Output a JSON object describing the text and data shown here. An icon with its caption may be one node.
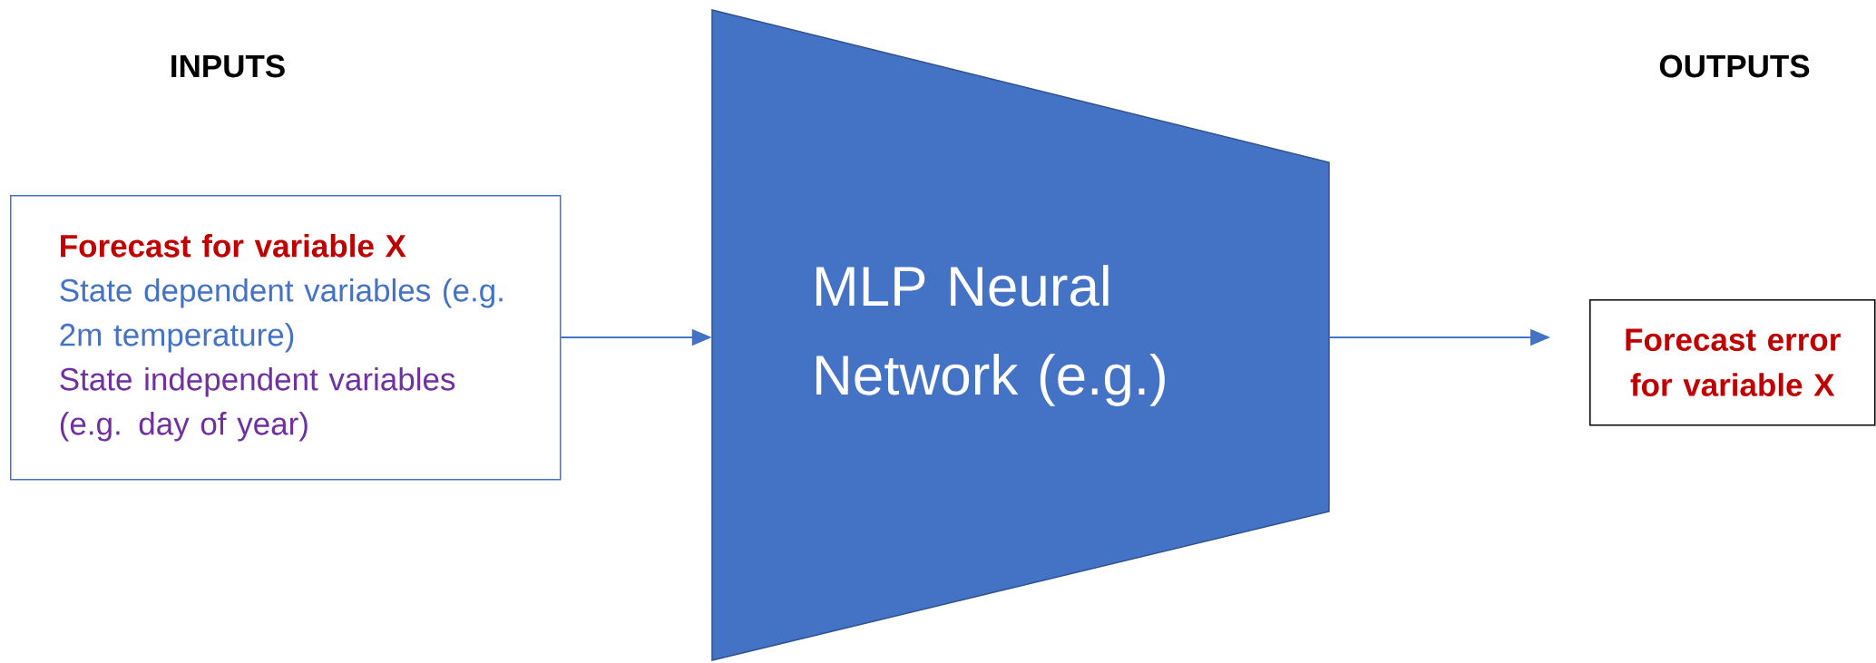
{
  "diagram": {
    "nodes": [
      {
        "text": [
          "Forecast for variable X",
          "State dependent variables (e.g. 2m temperature)",
          "State independent variables (e.g. day of year)"
        ]
      },
      {
        "text": [
          "MLP Neural Network (e.g.)"
        ]
      },
      {
        "text": [
          "Forecast error for variable X"
        ]
      }
    ],
    "edges": [
      {
        "from": 0,
        "to": 1,
        "arrow": "to"
      },
      {
        "from": 1,
        "to": 2,
        "arrow": "to"
      }
    ],
    "labels": [
      "INPUTS",
      "OUTPUTS"
    ]
  }
}
